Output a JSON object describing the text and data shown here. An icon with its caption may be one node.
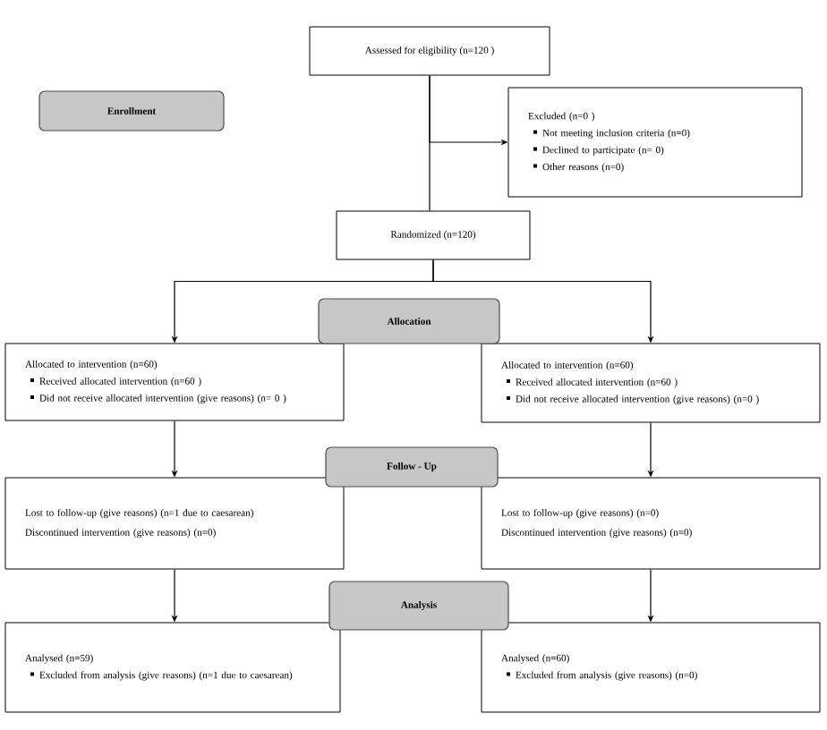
{
  "diagram": {
    "nodes": [
      {
        "text": [
          "Assessed for eligibility (n=120 )"
        ]
      },
      {
        "text": [
          "Enrollment"
        ]
      },
      {
        "text": [
          "Excluded (n=0 )",
          "Not meeting inclusion criteria (n=0)",
          "Declined to participate (n= 0)",
          "Other reasons (n=0)"
        ]
      },
      {
        "text": [
          "Randomized (n=120)"
        ]
      },
      {
        "text": [
          "Allocation"
        ]
      },
      {
        "text": [
          "Allocated to intervention (n=60)",
          "Received allocated intervention (n=60 )",
          "Did not receive allocated intervention (give reasons) (n= 0 )"
        ]
      },
      {
        "text": [
          "Allocated to intervention (n=60)",
          "Received allocated intervention (n=60 )",
          "Did not receive allocated intervention (give reasons) (n=0 )"
        ]
      },
      {
        "text": [
          "Follow - Up"
        ]
      },
      {
        "text": [
          "Lost to follow-up (give reasons) (n=1 due to caesarean)",
          "Discontinued intervention (give reasons) (n=0)"
        ]
      },
      {
        "text": [
          "Lost to follow-up (give reasons) (n=0)",
          "Discontinued intervention (give reasons) (n=0)"
        ]
      },
      {
        "text": [
          "Analysis"
        ]
      },
      {
        "text": [
          "Analysed (n=59)",
          "Excluded from analysis (give reasons) (n=1 due to caesarean)"
        ]
      },
      {
        "text": [
          "Analysed (n=60)",
          "Excluded from analysis (give reasons) (n=0)"
        ]
      }
    ],
    "edges": [
      {
        "from": 0,
        "to": 2,
        "arrow": "to"
      },
      {
        "from": 0,
        "to": 3,
        "arrow": "none"
      },
      {
        "from": 3,
        "to": 5,
        "arrow": "to"
      },
      {
        "from": 3,
        "to": 6,
        "arrow": "to"
      },
      {
        "from": 5,
        "to": 8,
        "arrow": "to"
      },
      {
        "from": 6,
        "to": 9,
        "arrow": "to"
      },
      {
        "from": 8,
        "to": 11,
        "arrow": "to"
      },
      {
        "from": 9,
        "to": 12,
        "arrow": "to"
      }
    ]
  }
}
